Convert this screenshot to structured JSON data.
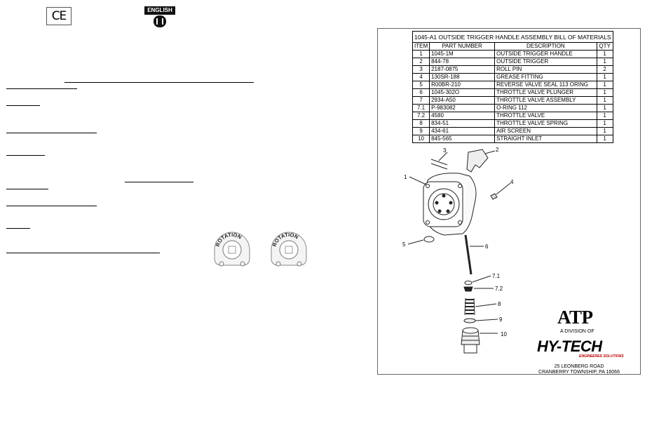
{
  "header": {
    "ce_mark": "CE",
    "language_label": "ENGLISH"
  },
  "rotation_icons": {
    "left_label": "ROTATION",
    "right_label": "ROTATION"
  },
  "bom": {
    "title": "1045-A1 OUTSIDE TRIGGER HANDLE ASSEMBLY BILL OF MATERIALS",
    "headers": [
      "ITEM",
      "PART NUMBER",
      "DESCRIPTION",
      "QTY"
    ],
    "rows": [
      {
        "item": "1",
        "part": "1045-1M",
        "desc": "OUTSIDE TRIGGER HANDLE",
        "qty": "1"
      },
      {
        "item": "2",
        "part": "844-78",
        "desc": "OUTSIDE TRIGGER",
        "qty": "1"
      },
      {
        "item": "3",
        "part": "2187-0875",
        "desc": "ROLL PIN",
        "qty": "2"
      },
      {
        "item": "4",
        "part": "130SR-188",
        "desc": "GREASE FITTING",
        "qty": "1"
      },
      {
        "item": "5",
        "part": "R00BR-210",
        "desc": "REVERSE VALVE SEAL 113 ORING",
        "qty": "1"
      },
      {
        "item": "6",
        "part": "1045-302O",
        "desc": "THROTTLE VALVE PLUNGER",
        "qty": "1"
      },
      {
        "item": "7",
        "part": "2934-A50",
        "desc": "THROTTLE VALVE ASSEMBLY",
        "qty": "1"
      },
      {
        "item": "7.1",
        "part": "P-983082",
        "desc": "O-RING 112",
        "qty": "1"
      },
      {
        "item": "7.2",
        "part": "4580",
        "desc": "THROTTLE VALVE",
        "qty": "1"
      },
      {
        "item": "8",
        "part": "834-51",
        "desc": "THROTTLE VALVE SPRING",
        "qty": "1"
      },
      {
        "item": "9",
        "part": "434-61",
        "desc": "AIR SCREEN",
        "qty": "1"
      },
      {
        "item": "10",
        "part": "845-565",
        "desc": "STRAIGHT INLET",
        "qty": "1"
      }
    ]
  },
  "diagram": {
    "callouts": [
      "1",
      "2",
      "3",
      "4",
      "5",
      "6",
      "7.1",
      "7.2",
      "8",
      "9",
      "10"
    ]
  },
  "branding": {
    "company": "ATP",
    "division_text": "A DIVISION OF",
    "parent_company": "HY-TECH",
    "tagline": "ENGINEERED SOLUTIONS",
    "address_line1": "25 LEONBERG ROAD",
    "address_line2": "CRANBERRY TOWNSHIP, PA 16066"
  }
}
